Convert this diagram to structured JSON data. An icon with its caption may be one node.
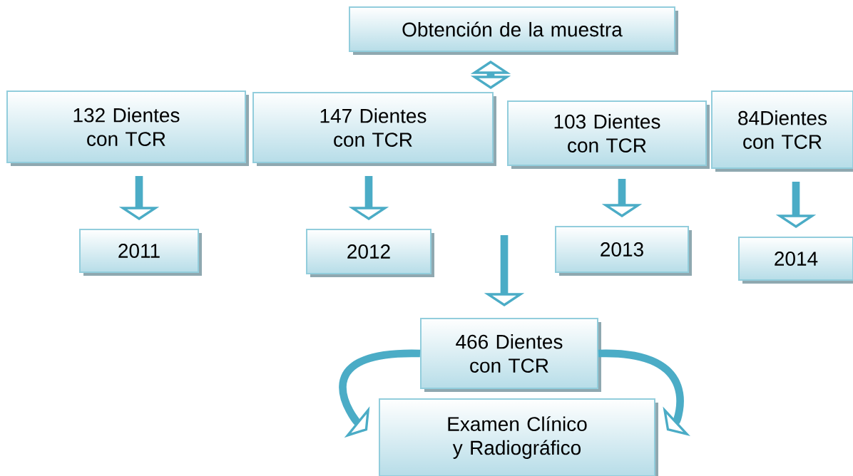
{
  "diagram": {
    "nodes": [
      {
        "text": [
          "Obtención de la muestra"
        ]
      },
      {
        "text": [
          "132 Dientes con TCR"
        ]
      },
      {
        "text": [
          "147 Dientes con TCR"
        ]
      },
      {
        "text": [
          "103 Dientes con TCR"
        ]
      },
      {
        "text": [
          "84Dientes con TCR"
        ]
      },
      {
        "text": [
          "2011"
        ]
      },
      {
        "text": [
          "2012"
        ]
      },
      {
        "text": [
          "2013"
        ]
      },
      {
        "text": [
          "2014"
        ]
      },
      {
        "text": [
          "466 Dientes con TCR"
        ]
      },
      {
        "text": [
          "Examen Clínico y Radiográfico"
        ]
      }
    ],
    "edges": [
      {
        "from": 0,
        "to": 2,
        "arrow": "both"
      },
      {
        "from": 1,
        "to": 5,
        "arrow": "to"
      },
      {
        "from": 2,
        "to": 6,
        "arrow": "to"
      },
      {
        "from": 3,
        "to": 7,
        "arrow": "to"
      },
      {
        "from": 4,
        "to": 8,
        "arrow": "to"
      },
      {
        "from": null,
        "to": 9,
        "arrow": "to"
      },
      {
        "from": 9,
        "to": 10,
        "arrow": "to"
      },
      {
        "from": 9,
        "to": 10,
        "arrow": "to"
      }
    ]
  }
}
